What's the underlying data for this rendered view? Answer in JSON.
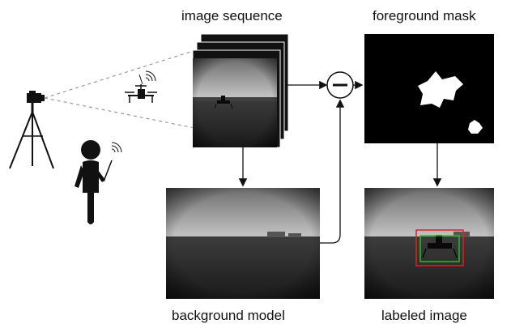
{
  "labels": {
    "image_sequence": "image sequence",
    "foreground_mask": "foreground mask",
    "background_model": "background model",
    "labeled_image": "labeled image"
  },
  "operator_symbol": "minus",
  "colors": {
    "outer_box": "#e02020",
    "inner_box": "#22c022",
    "ink": "#111111"
  },
  "icons": [
    "camera-on-tripod-icon",
    "drone-icon",
    "person-with-remote-icon",
    "wireless-signal-icon"
  ]
}
